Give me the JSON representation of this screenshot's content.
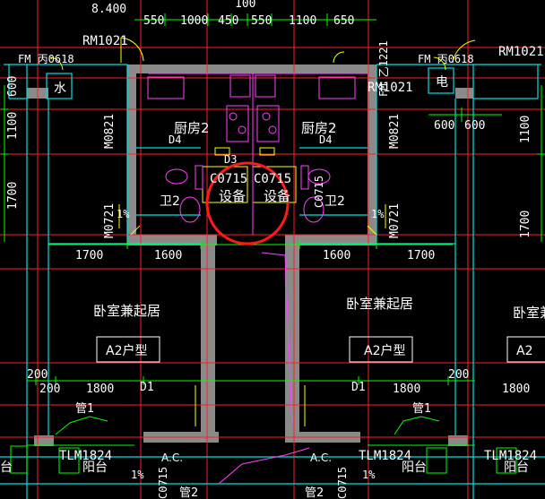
{
  "colors": {
    "background": "#000000",
    "axis_red": "#ff2020",
    "wall_cyan": "#00e0e0",
    "dim_green": "#00ff00",
    "door_yellow": "#ffff00",
    "fixture_magenta": "#ff40ff",
    "wall_fill": "#8a8a8a",
    "text_white": "#ffffff",
    "highlight_circle": "#ff1a1a"
  },
  "top_dimensions": {
    "overall": "8.400",
    "segments": [
      "550",
      "1000",
      "450",
      "100",
      "550",
      "1100",
      "650"
    ]
  },
  "doors_windows": {
    "rm_left": "RM1021",
    "rm_right": "RM1021",
    "rm_far_right": "RM1021",
    "fm_left": "FM 丙0618",
    "fm_right": "FM 丙0618",
    "fm_vertical": "FM 乙1221",
    "m0821_left": "M0821",
    "m0821_right": "M0821",
    "m0721_left": "M0721",
    "m0721_right": "M0721",
    "c0715_left": "C0715",
    "c0715_right": "C0715",
    "d3": "D3",
    "d4_left": "D4",
    "d4_right": "D4",
    "d1_left": "D1",
    "d1_right": "D1",
    "tlm_left": "TLM1824",
    "tlm_right": "TLM1824",
    "tlm_far_right": "TLM1824",
    "c0715_bottom_left": "C0715",
    "c0715_bottom_right": "C0715"
  },
  "rooms": {
    "water": "水",
    "electric": "电",
    "kitchen_left": "厨房2",
    "kitchen_right": "厨房2",
    "equipment_left": "设备",
    "equipment_right": "设备",
    "bath_left": "卫2",
    "bath_right": "卫2",
    "bedroom_left": "卧室兼起居",
    "bedroom_right": "卧室兼起居",
    "bedroom_far_right": "卧室兼起",
    "unit_type_left": "A2户型",
    "unit_type_right": "A2户型",
    "unit_type_far_right": "A2",
    "balcony_left": "阳台",
    "balcony_right": "阳台",
    "balcony_far_right": "阳台",
    "balcony_far_left": "台",
    "ac_left": "A.C.",
    "ac_right": "A.C."
  },
  "pipes": {
    "pipe1_left": "管1",
    "pipe1_right": "管1",
    "pipe2_left": "管2",
    "pipe2_right": "管2"
  },
  "slopes": {
    "slope_bath_left": "1%",
    "slope_bath_right": "1%",
    "slope_balcony_left": "1%",
    "slope_balcony_right": "1%"
  },
  "side_dimensions": {
    "left_600": "600",
    "left_1100": "1100",
    "left_1700": "1700",
    "right_1100": "1100",
    "right_1700": "1700",
    "right_600a": "600",
    "right_600b": "600"
  },
  "interior_dimensions": {
    "w1700_left": "1700",
    "w1600_left": "1600",
    "w1600_right": "1600",
    "w1700_right": "1700",
    "w200_a": "200",
    "w200_b": "200",
    "w1800_left": "1800",
    "w1800_right": "1800",
    "w200_c": "200",
    "w1800_far": "1800"
  }
}
